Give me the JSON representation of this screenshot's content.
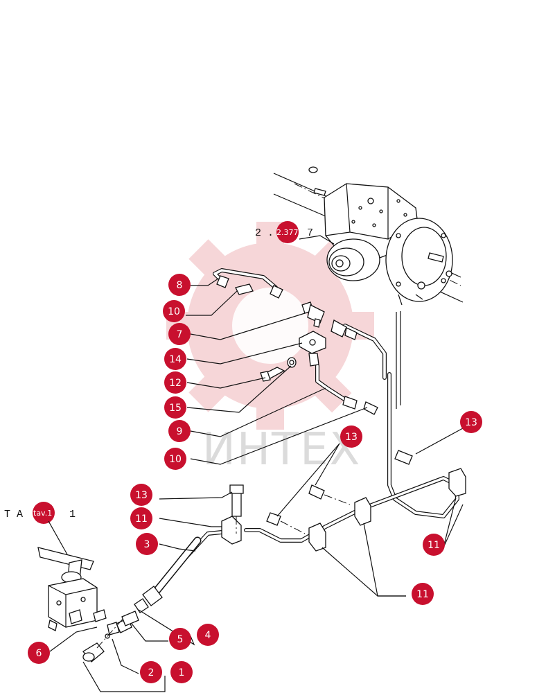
{
  "watermark": {
    "text": "ИНТЕХ",
    "color": "#bfbfbf",
    "gear_color": "#f3c9cc"
  },
  "reference_labels": {
    "axle": {
      "prefix": "2 .",
      "badge": "2.377",
      "suffix": "7"
    },
    "pedal": {
      "prefix": "T A",
      "badge": "tav.1",
      "suffix": "1"
    }
  },
  "callouts": [
    {
      "id": "c8",
      "label": "8"
    },
    {
      "id": "c10a",
      "label": "10"
    },
    {
      "id": "c7",
      "label": "7"
    },
    {
      "id": "c14",
      "label": "14"
    },
    {
      "id": "c12",
      "label": "12"
    },
    {
      "id": "c15",
      "label": "15"
    },
    {
      "id": "c9",
      "label": "9"
    },
    {
      "id": "c10b",
      "label": "10"
    },
    {
      "id": "c13a",
      "label": "13"
    },
    {
      "id": "c13b",
      "label": "13"
    },
    {
      "id": "c13c",
      "label": "13"
    },
    {
      "id": "c11a",
      "label": "11"
    },
    {
      "id": "c3",
      "label": "3"
    },
    {
      "id": "c11b",
      "label": "11"
    },
    {
      "id": "c11c",
      "label": "11"
    },
    {
      "id": "c5",
      "label": "5"
    },
    {
      "id": "c4",
      "label": "4"
    },
    {
      "id": "c6",
      "label": "6"
    },
    {
      "id": "c2",
      "label": "2"
    },
    {
      "id": "c1",
      "label": "1"
    }
  ],
  "colors": {
    "callout": "#c8102e",
    "line": "#111111",
    "background": "#ffffff"
  }
}
